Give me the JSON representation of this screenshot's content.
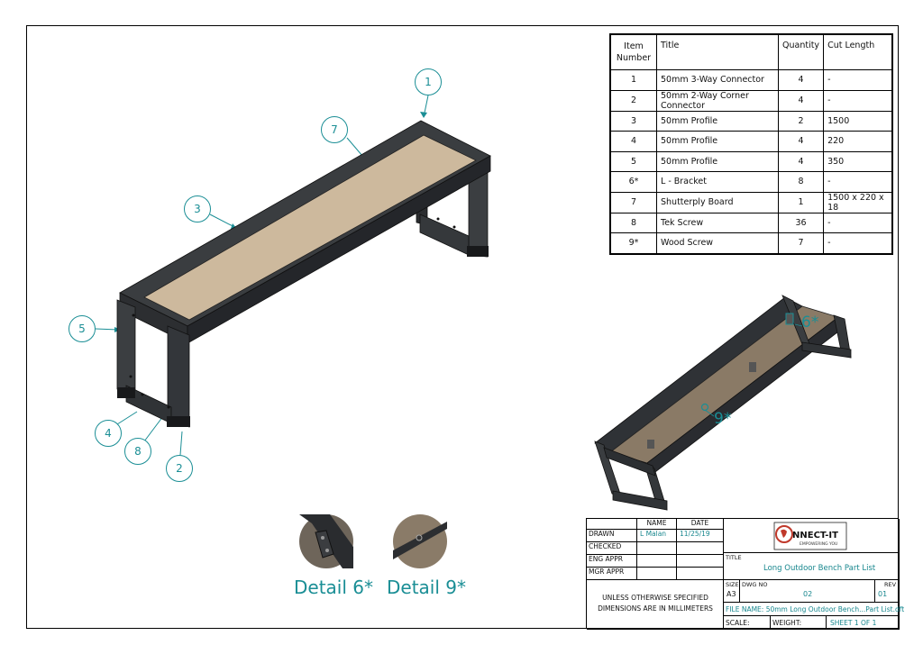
{
  "parts_table": {
    "headers": {
      "item": "Item\nNumber",
      "title": "Title",
      "quantity": "Quantity",
      "cut_length": "Cut Length"
    },
    "rows": [
      {
        "item": "1",
        "title": "50mm 3-Way Connector",
        "quantity": "4",
        "cut_length": "-"
      },
      {
        "item": "2",
        "title": "50mm 2-Way Corner Connector",
        "quantity": "4",
        "cut_length": "-"
      },
      {
        "item": "3",
        "title": "50mm Profile",
        "quantity": "2",
        "cut_length": "1500"
      },
      {
        "item": "4",
        "title": "50mm Profile",
        "quantity": "4",
        "cut_length": "220"
      },
      {
        "item": "5",
        "title": "50mm Profile",
        "quantity": "4",
        "cut_length": "350"
      },
      {
        "item": "6*",
        "title": "L - Bracket",
        "quantity": "8",
        "cut_length": "-"
      },
      {
        "item": "7",
        "title": "Shutterply Board",
        "quantity": "1",
        "cut_length": "1500 x 220 x 18"
      },
      {
        "item": "8",
        "title": "Tek Screw",
        "quantity": "36",
        "cut_length": "-"
      },
      {
        "item": "9*",
        "title": "Wood Screw",
        "quantity": "7",
        "cut_length": "-"
      }
    ]
  },
  "balloons": [
    "1",
    "7",
    "3",
    "5",
    "4",
    "8",
    "2"
  ],
  "small_view_labels": {
    "bracket": "6*",
    "screw": "9*"
  },
  "details": {
    "detail_6": "Detail 6*",
    "detail_9": "Detail 9*"
  },
  "title_block": {
    "name_header": "NAME",
    "date_header": "DATE",
    "drawn_label": "DRAWN",
    "drawn_name": "L Malan",
    "drawn_date": "11/25/19",
    "checked_label": "CHECKED",
    "eng_appr_label": "ENG APPR",
    "mgr_appr_label": "MGR APPR",
    "notes_line1": "UNLESS OTHERWISE SPECIFIED",
    "notes_line2": "DIMENSIONS ARE IN MILLIMETERS",
    "logo_text": "NNECT-IT",
    "logo_tagline": "EMPOWERING YOU",
    "title_label": "TITLE",
    "title_value": "Long Outdoor Bench Part List",
    "size_label": "SIZE",
    "size_value": "A3",
    "dwg_no_label": "DWG NO",
    "dwg_no_value": "02",
    "rev_label": "REV",
    "rev_value": "01",
    "file_name": "FILE NAME: 50mm Long Outdoor Bench...Part List.dft",
    "scale_label": "SCALE:",
    "weight_label": "WEIGHT:",
    "sheet": "SHEET 1 OF 1"
  },
  "colors": {
    "frame": "#2f3133",
    "board": "#c9b59a",
    "annotation": "#1a8e95"
  }
}
